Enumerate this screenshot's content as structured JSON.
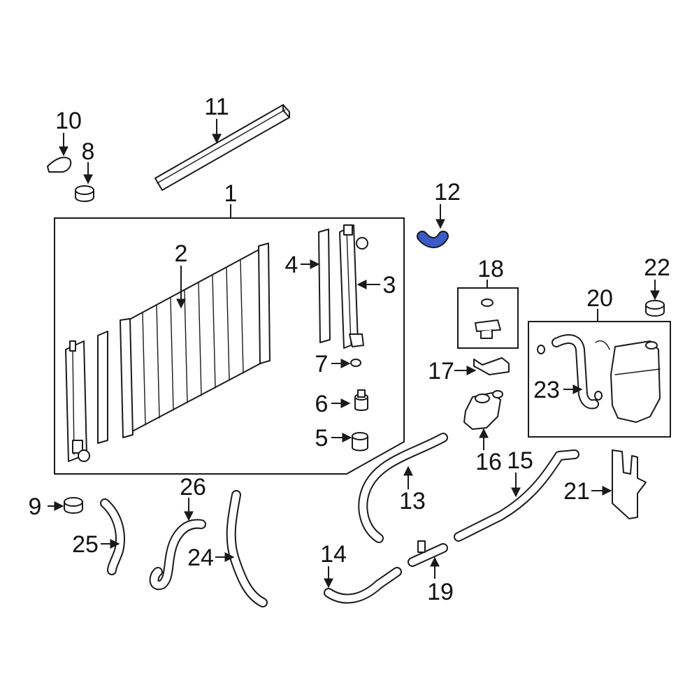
{
  "highlight_color": "#3a5bc7",
  "highlighted_part": "12",
  "callouts": {
    "c1": "1",
    "c2": "2",
    "c3": "3",
    "c4": "4",
    "c5": "5",
    "c6": "6",
    "c7": "7",
    "c8": "8",
    "c9": "9",
    "c10": "10",
    "c11": "11",
    "c12": "12",
    "c13": "13",
    "c14": "14",
    "c15": "15",
    "c16": "16",
    "c17": "17",
    "c18": "18",
    "c19": "19",
    "c20": "20",
    "c21": "21",
    "c22": "22",
    "c23": "23",
    "c24": "24",
    "c25": "25",
    "c26": "26"
  }
}
